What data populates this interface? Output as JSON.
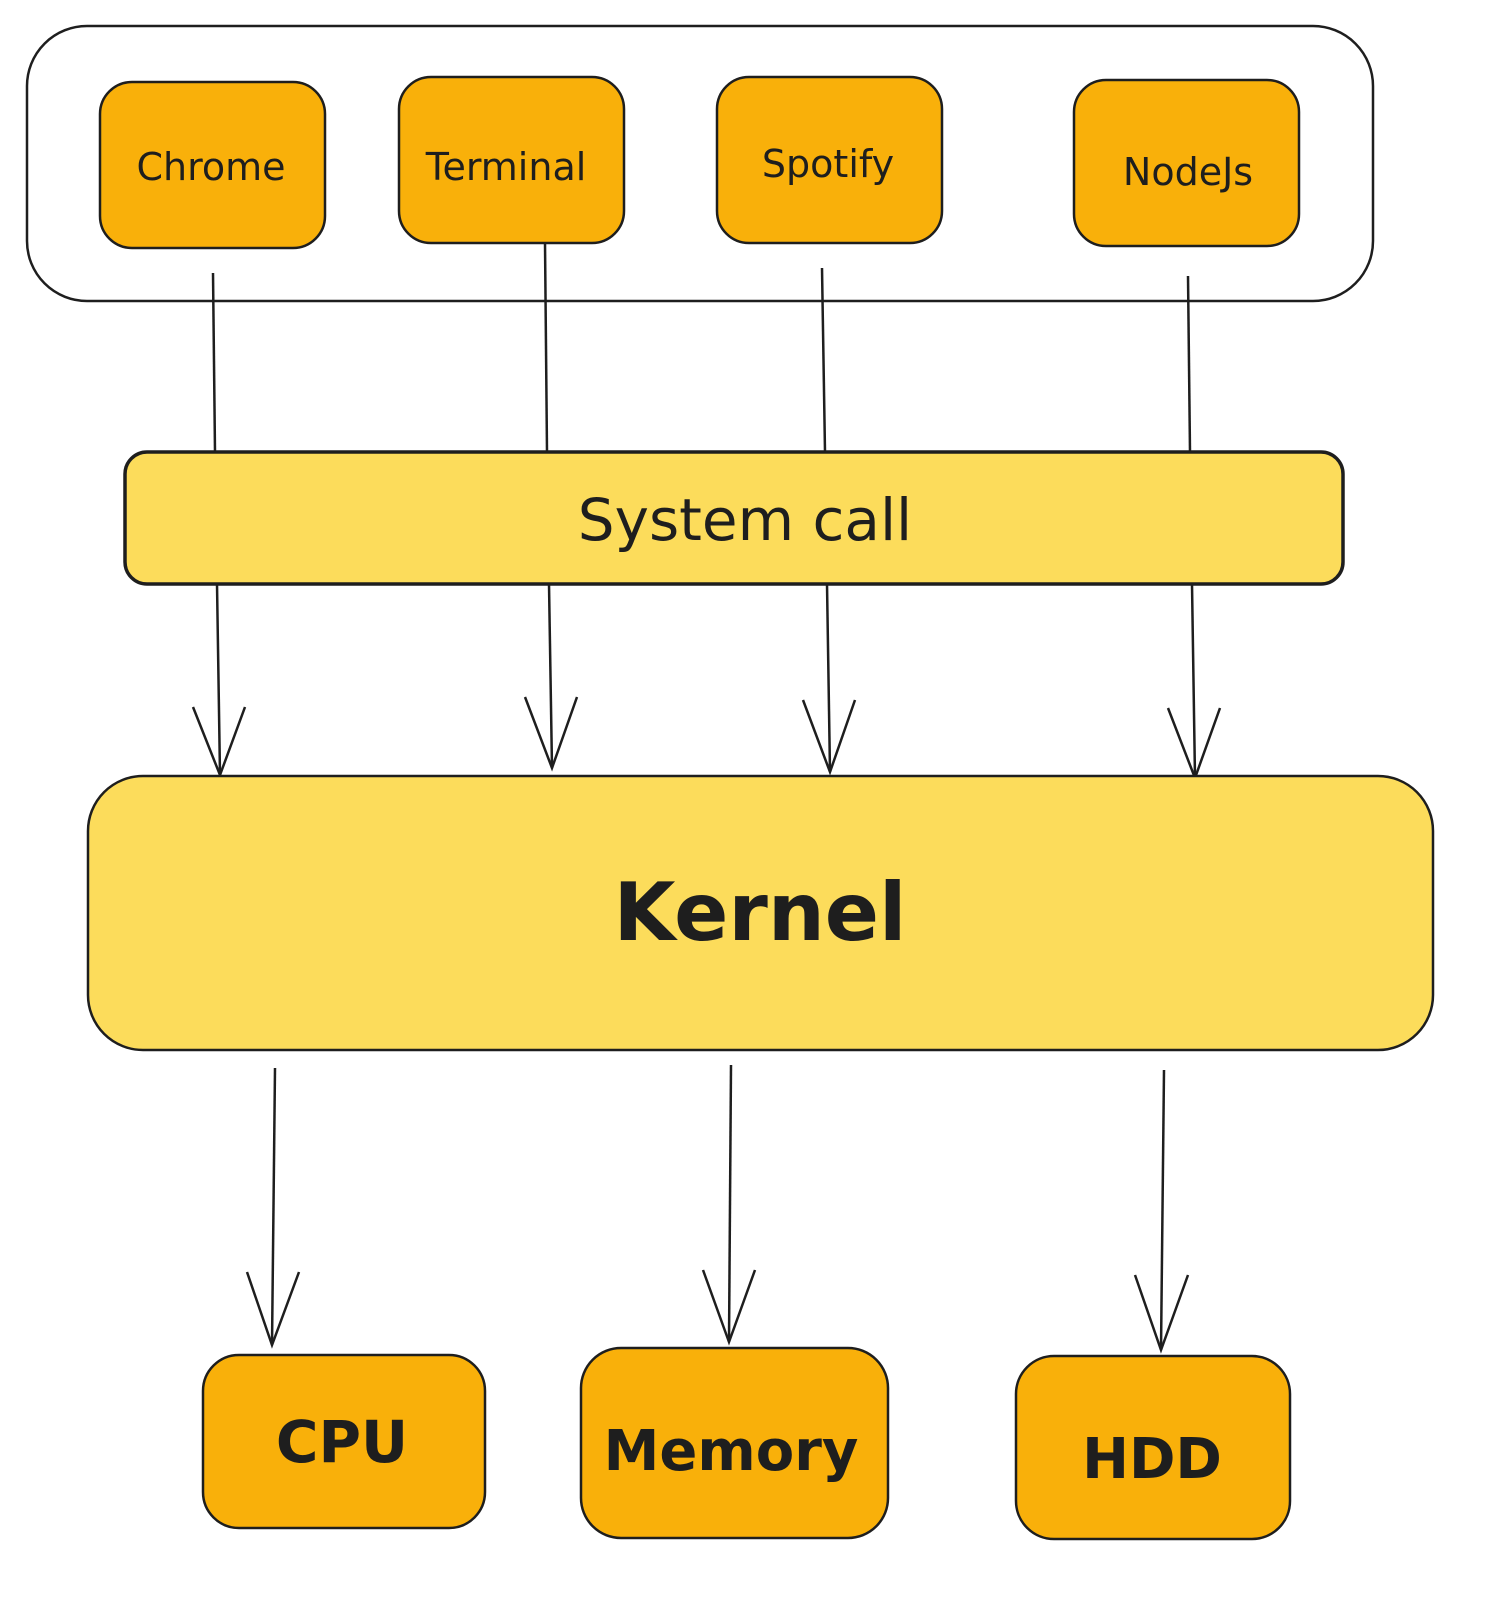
{
  "title": "OS architecture: applications, system call, kernel, hardware",
  "colors": {
    "app_fill": "#f9b00a",
    "layer_fill": "#fcdc5b",
    "hardware_fill": "#f9b00a",
    "stroke": "#1e1e1e",
    "group_fill": "#ffffff"
  },
  "applications": [
    {
      "id": "chrome",
      "label": "Chrome"
    },
    {
      "id": "terminal",
      "label": "Terminal"
    },
    {
      "id": "spotify",
      "label": "Spotify"
    },
    {
      "id": "nodejs",
      "label": "NodeJs"
    }
  ],
  "system_call": {
    "label": "System call"
  },
  "kernel": {
    "label": "Kernel"
  },
  "hardware": [
    {
      "id": "cpu",
      "label": "CPU"
    },
    {
      "id": "memory",
      "label": "Memory"
    },
    {
      "id": "hdd",
      "label": "HDD"
    }
  ],
  "connections": [
    {
      "from": "chrome",
      "to": "system_call",
      "arrow": false
    },
    {
      "from": "terminal",
      "to": "system_call",
      "arrow": false
    },
    {
      "from": "spotify",
      "to": "system_call",
      "arrow": false
    },
    {
      "from": "nodejs",
      "to": "system_call",
      "arrow": false
    },
    {
      "from": "system_call",
      "to": "kernel",
      "arrow": true
    },
    {
      "from": "system_call",
      "to": "kernel",
      "arrow": true
    },
    {
      "from": "system_call",
      "to": "kernel",
      "arrow": true
    },
    {
      "from": "system_call",
      "to": "kernel",
      "arrow": true
    },
    {
      "from": "kernel",
      "to": "cpu",
      "arrow": true
    },
    {
      "from": "kernel",
      "to": "memory",
      "arrow": true
    },
    {
      "from": "kernel",
      "to": "hdd",
      "arrow": true
    }
  ]
}
